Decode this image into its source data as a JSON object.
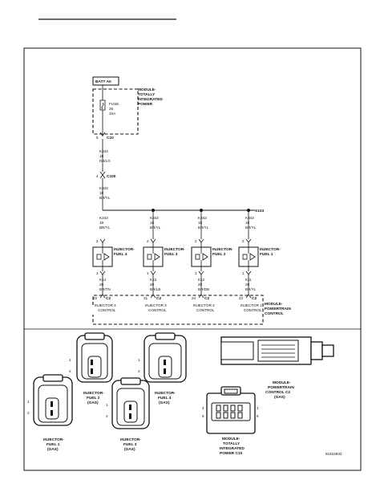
{
  "battery_label": "BATT A0",
  "tipm": {
    "label_line1": "MODULE-",
    "label_line2": "TOTALLY",
    "label_line3": "INTEGRATED",
    "label_line4": "POWER",
    "fuse_line1": "FUSE",
    "fuse_line2": "26",
    "fuse_line3": "15A",
    "pin": "5",
    "connector": "C10"
  },
  "wire_upper": {
    "circuit": "K343",
    "gauge": "18",
    "color": "DB/LG"
  },
  "inline_connector": {
    "pin": "4",
    "name": "C100"
  },
  "wire_lower": {
    "circuit": "K343",
    "gauge": "18",
    "color": "BR/YL"
  },
  "splice": "S103",
  "injectors": [
    {
      "label_line1": "INJECTOR-",
      "label_line2": "FUEL 4",
      "feed_circuit": "K343",
      "feed_gauge": "18",
      "feed_color": "BR/YL",
      "pin_top": "2",
      "pin_bottom": "1",
      "ctrl_circuit": "K14",
      "ctrl_gauge": "20",
      "ctrl_color": "BR/TN",
      "pcm_pin": "22",
      "pcm_conn": "C2",
      "pcm_line1": "INJECTOR 4",
      "pcm_line2": "CONTROL"
    },
    {
      "label_line1": "INJECTOR-",
      "label_line2": "FUEL 3",
      "feed_circuit": "K343",
      "feed_gauge": "18",
      "feed_color": "BR/YL",
      "pin_top": "2",
      "pin_bottom": "1",
      "ctrl_circuit": "K13",
      "ctrl_gauge": "20",
      "ctrl_color": "BR/LB",
      "pcm_pin": "21",
      "pcm_conn": "C2",
      "pcm_line1": "INJECTOR 3",
      "pcm_line2": "CONTROL"
    },
    {
      "label_line1": "INJECTOR-",
      "label_line2": "FUEL 2",
      "feed_circuit": "K343",
      "feed_gauge": "18",
      "feed_color": "BR/YL",
      "pin_top": "2",
      "pin_bottom": "1",
      "ctrl_circuit": "K12",
      "ctrl_gauge": "20",
      "ctrl_color": "BR/DB",
      "pcm_pin": "24",
      "pcm_conn": "C2",
      "pcm_line1": "INJECTOR 2",
      "pcm_line2": "CONTROL"
    },
    {
      "label_line1": "INJECTOR-",
      "label_line2": "FUEL 1",
      "feed_circuit": "K343",
      "feed_gauge": "18",
      "feed_color": "BR/YL",
      "pin_top": "2",
      "pin_bottom": "1",
      "ctrl_circuit": "K11",
      "ctrl_gauge": "20",
      "ctrl_color": "BR/YL",
      "pcm_pin": "23",
      "pcm_conn": "C2",
      "pcm_line1": "INJECTOR 1",
      "pcm_line2": "CONTROL"
    }
  ],
  "pcm": {
    "label_line1": "MODULE-",
    "label_line2": "POWERTRAIN",
    "label_line3": "CONTROL"
  },
  "connector_views": {
    "inj1": {
      "line1": "INJECTOR-",
      "line2": "FUEL 1",
      "line3": "(GAS)",
      "pin1": "1",
      "pin2": "2"
    },
    "inj2": {
      "line1": "INJECTOR-",
      "line2": "FUEL 2",
      "line3": "(GAS)",
      "pin1": "1",
      "pin2": "2"
    },
    "inj3": {
      "line1": "INJECTOR-",
      "line2": "FUEL 3",
      "line3": "(GAS)",
      "pin1": "1",
      "pin2": "2"
    },
    "inj4": {
      "line1": "INJECTOR-",
      "line2": "FUEL 4",
      "line3": "(GAS)",
      "pin1": "1",
      "pin2": "2"
    },
    "pcm_c2": {
      "line1": "MODULE-",
      "line2": "POWERTRAIN",
      "line3": "CONTROL C2",
      "line4": "(GAS)"
    },
    "tipm_c10": {
      "line1": "MODULE-",
      "line2": "TOTALLY",
      "line3": "INTEGRATED",
      "line4": "POWER C10",
      "pin_left_top": "4",
      "pin_left_bottom": "8",
      "pin_right_top": "1",
      "pin_right_bottom": "5"
    }
  },
  "figure_code": "81816932"
}
